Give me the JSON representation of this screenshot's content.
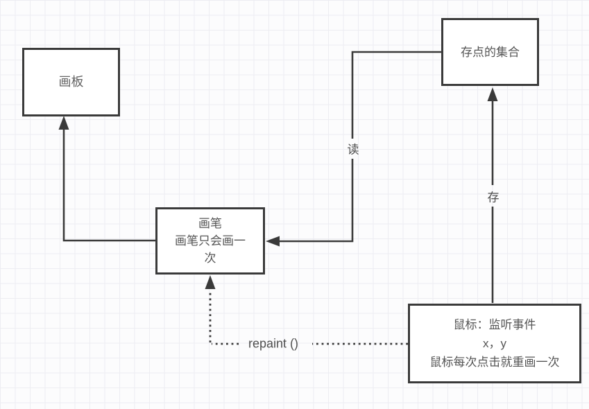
{
  "diagram": {
    "title": "",
    "nodes": [
      {
        "id": "board",
        "label": "画板"
      },
      {
        "id": "points-collection",
        "label": "存点的集合"
      },
      {
        "id": "brush",
        "lines": [
          "画笔",
          "画笔只会画一",
          "次"
        ]
      },
      {
        "id": "mouse",
        "lines": [
          "鼠标：监听事件",
          "x，y",
          "鼠标每次点击就重画一次"
        ]
      }
    ],
    "edges": [
      {
        "id": "brush-to-board",
        "from": "brush",
        "to": "board",
        "style": "solid"
      },
      {
        "id": "points-to-brush",
        "from": "points-collection",
        "to": "brush",
        "style": "solid",
        "label": "读"
      },
      {
        "id": "mouse-to-points",
        "from": "mouse",
        "to": "points-collection",
        "style": "solid",
        "label": "存"
      },
      {
        "id": "mouse-to-brush",
        "from": "mouse",
        "to": "brush",
        "style": "dotted",
        "label": "repaint ()"
      }
    ],
    "colors": {
      "line": "#3a3a3a",
      "box_border": "#3a3a3a",
      "box_fill": "#ffffff",
      "node_text": "#555555",
      "label_text": "#4c4c4c",
      "grid_line": "#ededf2",
      "background": "#fcfcfd"
    }
  }
}
